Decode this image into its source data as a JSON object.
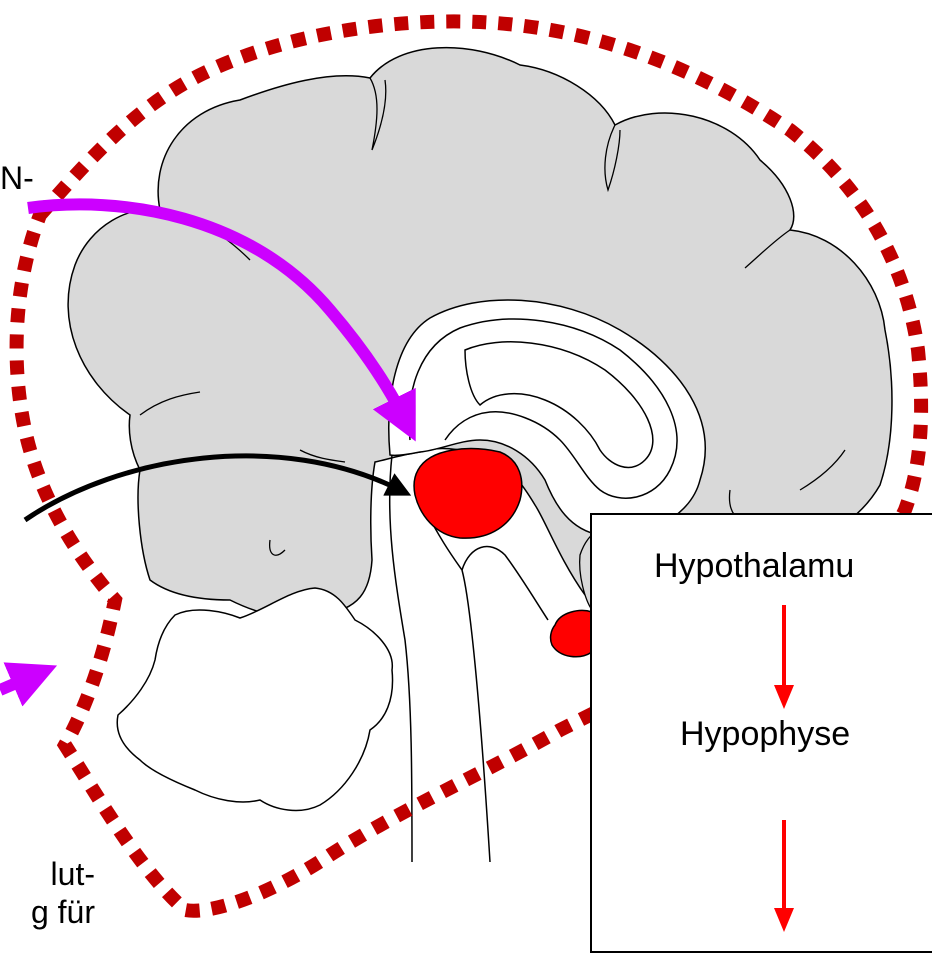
{
  "colors": {
    "boundary": "#c00000",
    "brain_fill": "#d9d9d9",
    "highlight": "#ff0000",
    "magenta_arrow": "#cc00ff",
    "black_arrow": "#000000",
    "flow_arrow": "#ff0000"
  },
  "fragments": {
    "left_top": "N-",
    "bottom_line1": "lut-",
    "bottom_line2": "g für"
  },
  "legend": {
    "step1": "Hypothalamu",
    "step2": "Hypophyse"
  },
  "icons": [
    "magenta-arrow",
    "black-arrow",
    "down-arrow"
  ]
}
